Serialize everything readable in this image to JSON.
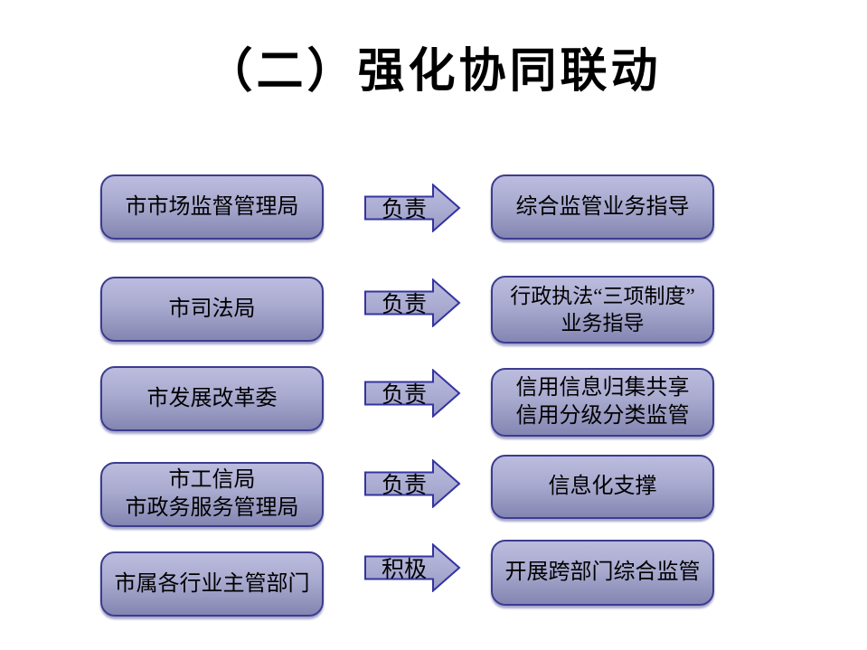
{
  "slide": {
    "title": "（二）强化协同联动",
    "rows": [
      {
        "left_lines": [
          "市市场监督管理局"
        ],
        "arrow_label": "负责",
        "right_lines": [
          "综合监管业务指导"
        ]
      },
      {
        "left_lines": [
          "市司法局"
        ],
        "arrow_label": "负责",
        "right_lines": [
          "行政执法“三项制度”",
          "业务指导"
        ]
      },
      {
        "left_lines": [
          "市发展改革委"
        ],
        "arrow_label": "负责",
        "right_lines": [
          "信用信息归集共享",
          "信用分级分类监管"
        ]
      },
      {
        "left_lines": [
          "市工信局",
          "市政务服务管理局"
        ],
        "arrow_label": "负责",
        "right_lines": [
          "信息化支撑"
        ]
      },
      {
        "left_lines": [
          "市属各行业主管部门"
        ],
        "arrow_label": "积极",
        "right_lines": [
          "开展跨部门综合监管"
        ]
      }
    ],
    "colors": {
      "background": "#ffffff",
      "title_text": "#000000",
      "box_fill_top": "#bbbcde",
      "box_fill_bottom": "#8486b2",
      "box_border": "#3c3c8f",
      "arrow_fill_top": "#babbde",
      "arrow_fill_bottom": "#9a9bc6",
      "arrow_border": "#3434a0",
      "box_text": "#000000"
    }
  }
}
